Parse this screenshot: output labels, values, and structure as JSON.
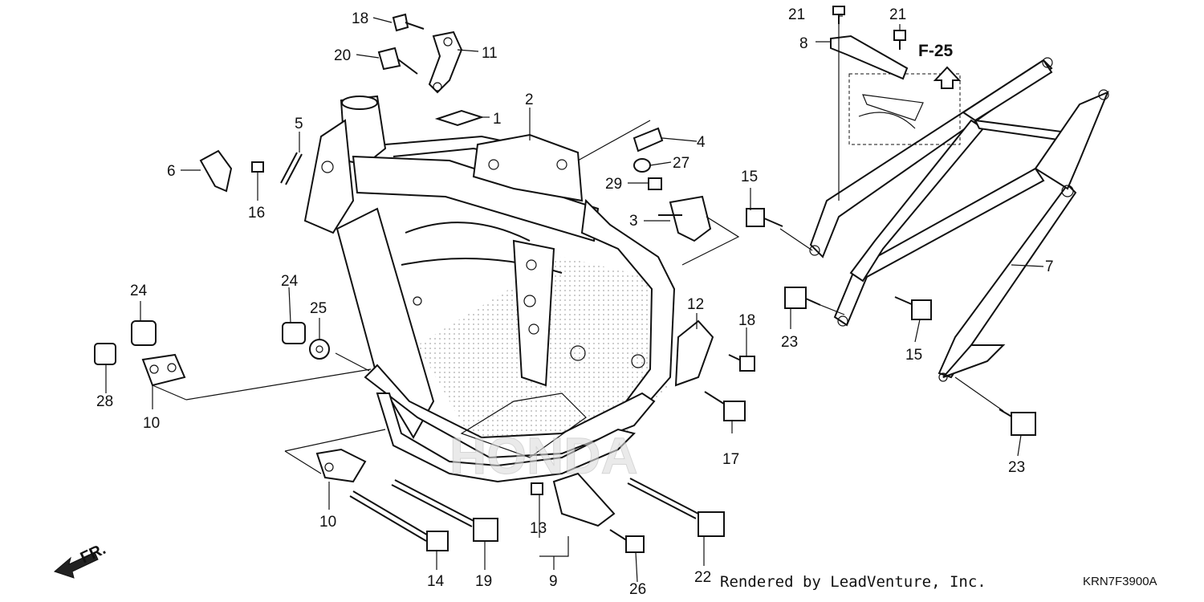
{
  "callouts": {
    "c1": "1",
    "c2": "2",
    "c3": "3",
    "c4": "4",
    "c5": "5",
    "c6": "6",
    "c7": "7",
    "c8": "8",
    "c9": "9",
    "c10a": "10",
    "c10b": "10",
    "c11": "11",
    "c12": "12",
    "c13": "13",
    "c14": "14",
    "c15a": "15",
    "c15b": "15",
    "c16": "16",
    "c17": "17",
    "c18a": "18",
    "c18b": "18",
    "c19": "19",
    "c20": "20",
    "c21a": "21",
    "c21b": "21",
    "c22": "22",
    "c23a": "23",
    "c23b": "23",
    "c24a": "24",
    "c24b": "24",
    "c25": "25",
    "c26": "26",
    "c27": "27",
    "c28": "28",
    "c29": "29"
  },
  "reference": "F-25",
  "direction": "FR.",
  "credit": "Rendered by LeadVenture, Inc.",
  "diagram_code": "KRN7F3900A"
}
